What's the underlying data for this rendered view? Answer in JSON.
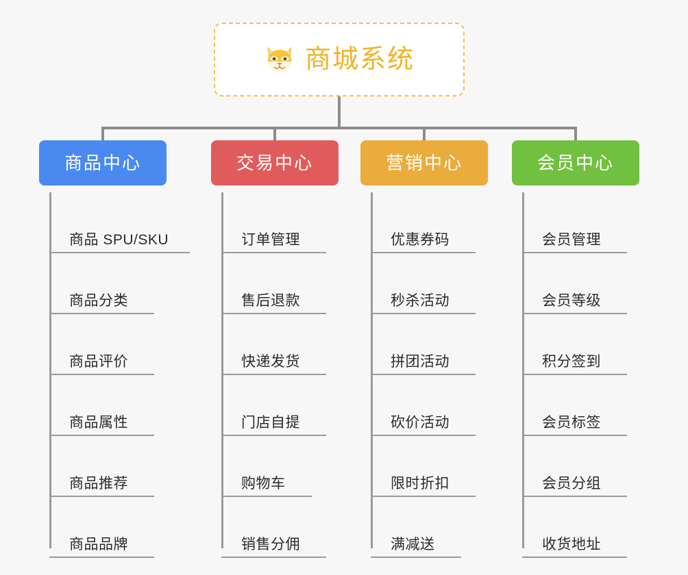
{
  "root": {
    "title": "商城系统",
    "icon": "shiba-dog-face-emoji",
    "border_color": "#f2c14a",
    "text_color": "#f0b429"
  },
  "connector_color": "#8c8c8c",
  "background_color": "#f7f7f7",
  "branches": [
    {
      "label": "商品中心",
      "color": "#4a89ef",
      "items": [
        "商品 SPU/SKU",
        "商品分类",
        "商品评价",
        "商品属性",
        "商品推荐",
        "商品品牌"
      ]
    },
    {
      "label": "交易中心",
      "color": "#e05c5c",
      "items": [
        "订单管理",
        "售后退款",
        "快递发货",
        "门店自提",
        "购物车",
        "销售分佣"
      ]
    },
    {
      "label": "营销中心",
      "color": "#eaac3c",
      "items": [
        "优惠券码",
        "秒杀活动",
        "拼团活动",
        "砍价活动",
        "限时折扣",
        "满减送"
      ]
    },
    {
      "label": "会员中心",
      "color": "#72c040",
      "items": [
        "会员管理",
        "会员等级",
        "积分签到",
        "会员标签",
        "会员分组",
        "收货地址"
      ]
    }
  ]
}
